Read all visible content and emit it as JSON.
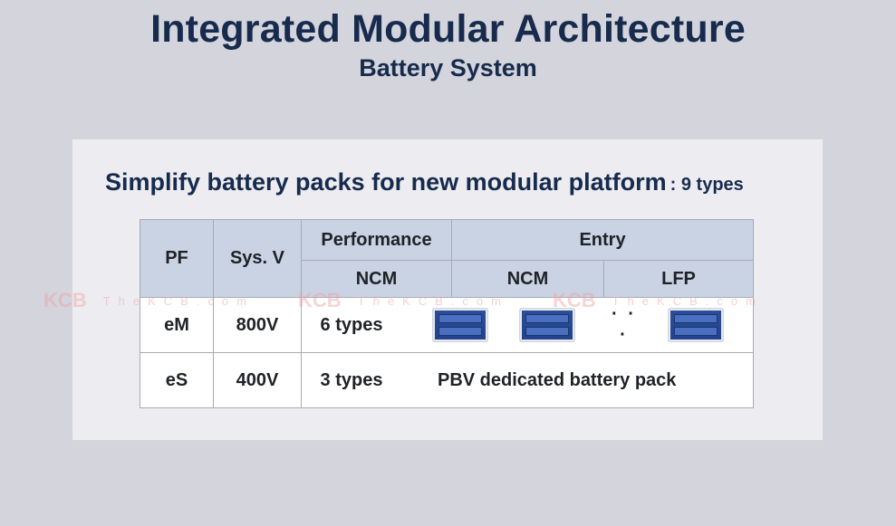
{
  "page": {
    "title": "Integrated Modular Architecture",
    "subtitle": "Battery System"
  },
  "card": {
    "headline": "Simplify battery packs for new modular platform",
    "headline_suffix": ": 9 types"
  },
  "table": {
    "headers": {
      "pf": "PF",
      "sysv": "Sys. V",
      "performance": "Performance",
      "entry": "Entry",
      "perf_chem": "NCM",
      "entry_chem1": "NCM",
      "entry_chem2": "LFP"
    },
    "rows": [
      {
        "pf": "eM",
        "volt": "800V",
        "types": "6 types",
        "dots": "· · ·"
      },
      {
        "pf": "eS",
        "volt": "400V",
        "types": "3 types",
        "note": "PBV dedicated battery pack"
      }
    ]
  },
  "watermark": {
    "logo": "KCB",
    "text": "TheKCB.com"
  },
  "colors": {
    "title": "#172b4d",
    "header_bg": "#c9d3e4",
    "pack_blue": "#2c4f9a"
  }
}
